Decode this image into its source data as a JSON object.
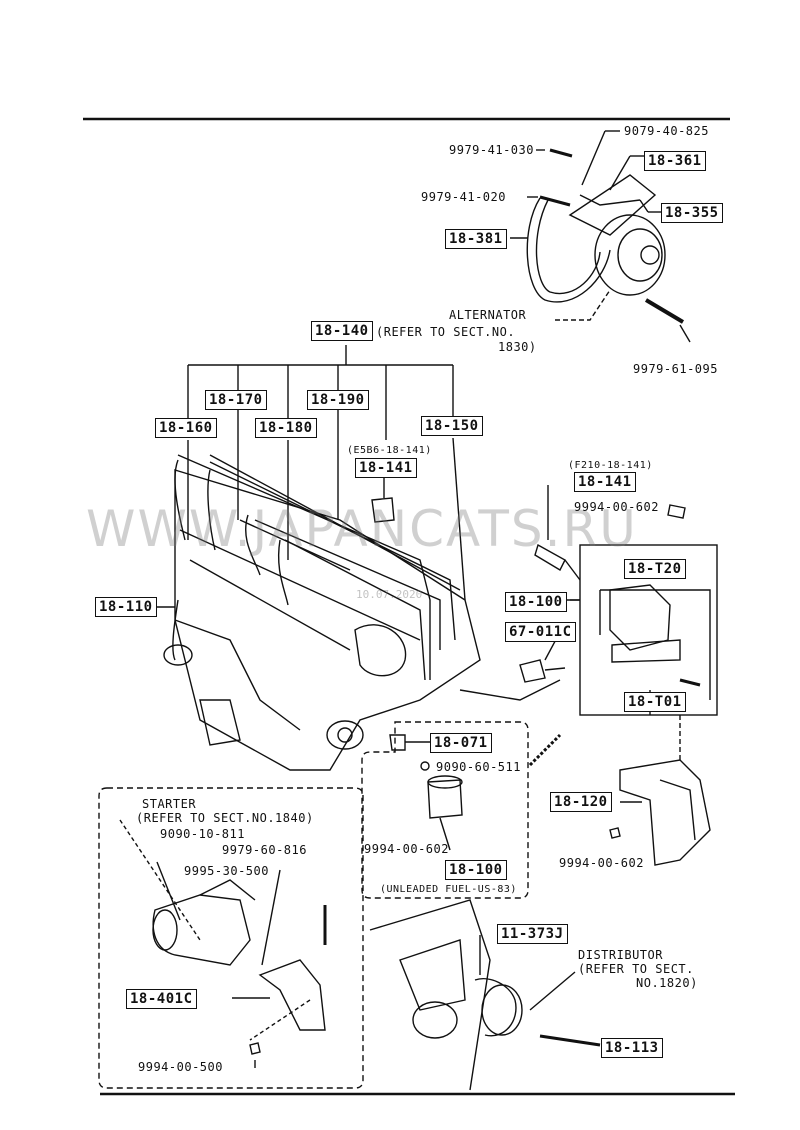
{
  "watermark": "WWW.JAPANCATS.RU",
  "watermark_date": "10.07.2020",
  "callouts": {
    "b_18_361": "18-361",
    "b_18_355": "18-355",
    "b_18_381": "18-381",
    "b_18_140": "18-140",
    "b_18_170": "18-170",
    "b_18_190": "18-190",
    "b_18_160": "18-160",
    "b_18_180": "18-180",
    "b_18_150": "18-150",
    "b_18_141a": "18-141",
    "b_18_141b": "18-141",
    "b_18_110": "18-110",
    "b_18_T20": "18-T20",
    "b_18_100a": "18-100",
    "b_67_011C": "67-011C",
    "b_18_T01": "18-T01",
    "b_18_071": "18-071",
    "b_18_120": "18-120",
    "b_18_100b": "18-100",
    "b_11_373J": "11-373J",
    "b_18_401C": "18-401C",
    "b_18_113": "18-113"
  },
  "parts": {
    "p_9079_40_825": "9079-40-825",
    "p_9979_41_030": "9979-41-030",
    "p_9979_41_020": "9979-41-020",
    "p_9979_61_095": "9979-61-095",
    "p_9994_00_602a": "9994-00-602",
    "p_9090_60_511": "9090-60-511",
    "p_9994_00_602b": "9994-00-602",
    "p_9994_00_602c": "9994-00-602",
    "p_9090_10_811": "9090-10-811",
    "p_9979_60_816": "9979-60-816",
    "p_9995_30_500": "9995-30-500",
    "p_9994_00_500": "9994-00-500"
  },
  "notes": {
    "alternator_1": "ALTERNATOR",
    "alternator_2": "(REFER TO SECT.NO.",
    "alternator_3": "1830)",
    "e5b6": "(E5B6-18-141)",
    "f210": "(F210-18-141)",
    "unleaded": "(UNLEADED FUEL-US-83)",
    "starter_1": "STARTER",
    "starter_2": "(REFER TO SECT.NO.1840)",
    "dist_1": "DISTRIBUTOR",
    "dist_2": "(REFER TO SECT.",
    "dist_3": "NO.1820)"
  }
}
